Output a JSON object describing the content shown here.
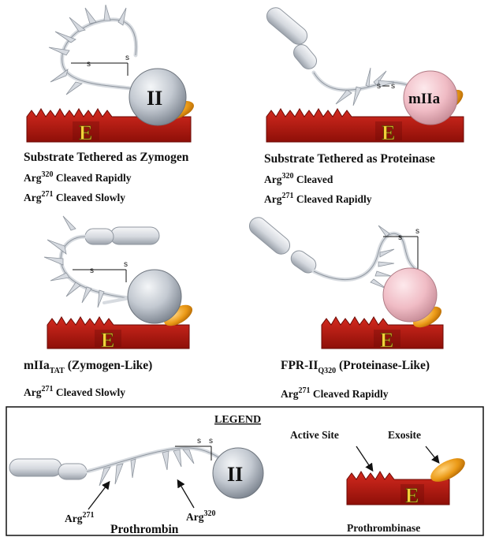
{
  "panels": [
    {
      "title": "Substrate Tethered as Zymogen",
      "lines": [
        {
          "pre": "Arg",
          "sup": "320",
          "post": " Cleaved Rapidly"
        },
        {
          "pre": "Arg",
          "sup": "271",
          "post": " Cleaved Slowly"
        }
      ],
      "sphere_label": "II",
      "enzyme_label": "E",
      "bond_labels": [
        "s",
        "s"
      ]
    },
    {
      "title": "Substrate Tethered as Proteinase",
      "lines": [
        {
          "pre": "Arg",
          "sup": "320",
          "post": " Cleaved"
        },
        {
          "pre": "Arg",
          "sup": "271",
          "post": " Cleaved Rapidly"
        }
      ],
      "sphere_label": "mIIa",
      "enzyme_label": "E",
      "bond_labels": [
        "s",
        "s"
      ]
    },
    {
      "title_pre": "mIIa",
      "title_sub": "TAT",
      "title_post": " (Zymogen-Like)",
      "lines": [
        {
          "pre": "Arg",
          "sup": "271",
          "post": " Cleaved Slowly"
        }
      ],
      "enzyme_label": "E",
      "bond_labels": [
        "s",
        "s"
      ]
    },
    {
      "title_pre": "FPR-II",
      "title_sub": "Q320",
      "title_post": " (Proteinase-Like)",
      "lines": [
        {
          "pre": "Arg",
          "sup": "271",
          "post": " Cleaved Rapidly"
        }
      ],
      "enzyme_label": "E",
      "bond_labels": [
        "s",
        "s"
      ]
    }
  ],
  "legend": {
    "title": "LEGEND",
    "active_site": "Active Site",
    "exosite": "Exosite",
    "arg271": {
      "pre": "Arg",
      "sup": "271"
    },
    "arg320": {
      "pre": "Arg",
      "sup": "320"
    },
    "prothrombin": "Prothrombin",
    "prothrombinase": "Prothrombinase",
    "sphere_label": "II",
    "enzyme_label": "E",
    "bond_labels": [
      "s",
      "s"
    ]
  },
  "colors": {
    "enzyme": "#b3170f",
    "exosite": "#e8900c",
    "zymogen_sphere": "#c6ccd4",
    "proteinase_sphere": "#f2c4cc",
    "domain": "#dde1e6",
    "letter": "#f4d23a"
  }
}
